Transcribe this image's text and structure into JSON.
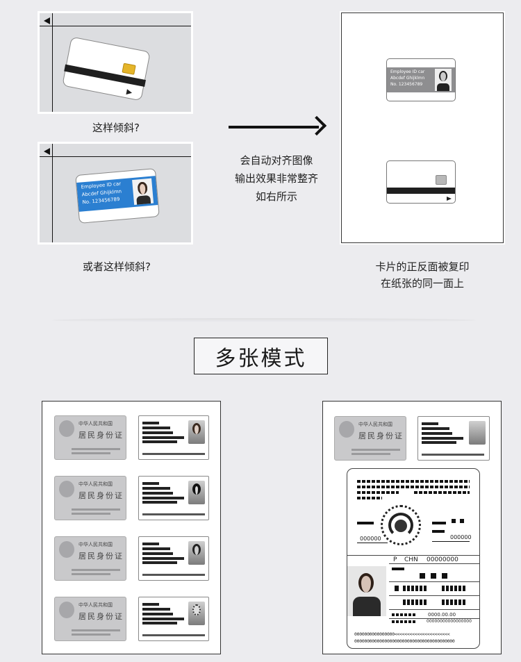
{
  "top_left": {
    "caption1": "这样倾斜?",
    "caption2": "或者这样倾斜?"
  },
  "center": {
    "line1": "会自动对齐图像",
    "line2": "输出效果非常整齐",
    "line3": "如右所示"
  },
  "right": {
    "caption_line1": "卡片的正反面被复印",
    "caption_line2": "在纸张的同一面上"
  },
  "card_blue": {
    "line1": "Employee ID car",
    "line2": "Abcdef Ghijklmn",
    "line3": "No. 123456789"
  },
  "card_gray": {
    "line1": "Employee ID car",
    "line2": "Abcdef Ghijklmn",
    "line3": "No. 123456789"
  },
  "mode_title": "多张模式",
  "idcard": {
    "front_title": "中华人民共和国",
    "front_name": "居民身份证"
  },
  "passport": {
    "p_label": "P",
    "country": "CHN",
    "number_top": "00000000",
    "left_code": "000000",
    "right_code": "000000",
    "date": "0000.00.00",
    "code_line": "00000000000000000",
    "mrz1": "0000000000000000<<<<<<<<<<<<<<<<<<<<<<",
    "mrz2": "0000000000000000000000000000000000000000"
  }
}
